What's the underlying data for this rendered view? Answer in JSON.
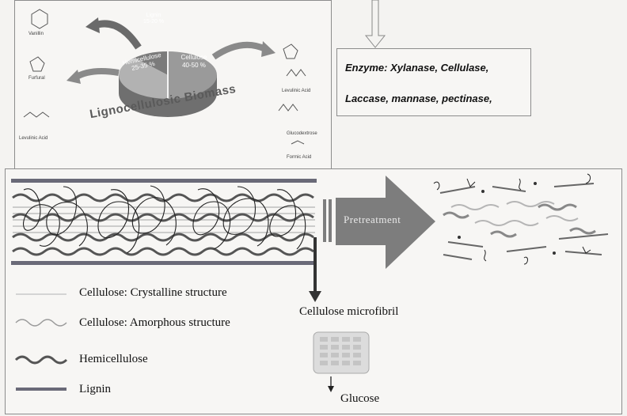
{
  "biomass_panel": {
    "title": "Lignocellulosic Biomass",
    "pie": {
      "lignin": {
        "name": "Lignin",
        "pct": "15-20 %"
      },
      "hemicellulose": {
        "name": "Hemicellulose",
        "pct": "25-35 %"
      },
      "cellulose": {
        "name": "Cellulose",
        "pct": "40-50 %"
      }
    },
    "products": [
      "Vanillin",
      "Furfural",
      "Levulinic Acid",
      "Levulinic Acid",
      "Glucodextrose",
      "Formic Acid"
    ]
  },
  "enzyme_box": {
    "line1": "Enzyme: Xylanase, Cellulase,",
    "line2": "Laccase, mannase, pectinase,"
  },
  "pretreatment_label": "Pretreatment",
  "legend": [
    {
      "label": "Cellulose: Crystalline structure",
      "color": "#c9c9c9"
    },
    {
      "label": "Cellulose: Amorphous structure",
      "color": "#9a9a9a"
    },
    {
      "label": "Hemicellulose",
      "color": "#555555"
    },
    {
      "label": "Lignin",
      "color": "#6a6a78"
    }
  ],
  "microfibril_label": "Cellulose microfibril",
  "glucose_label": "Glucose",
  "colors": {
    "cellulose": "#9aa29a",
    "hemicellulose": "#8e8e8e",
    "lignin": "#6d6d6d",
    "arrow": "#7d7d7d"
  }
}
